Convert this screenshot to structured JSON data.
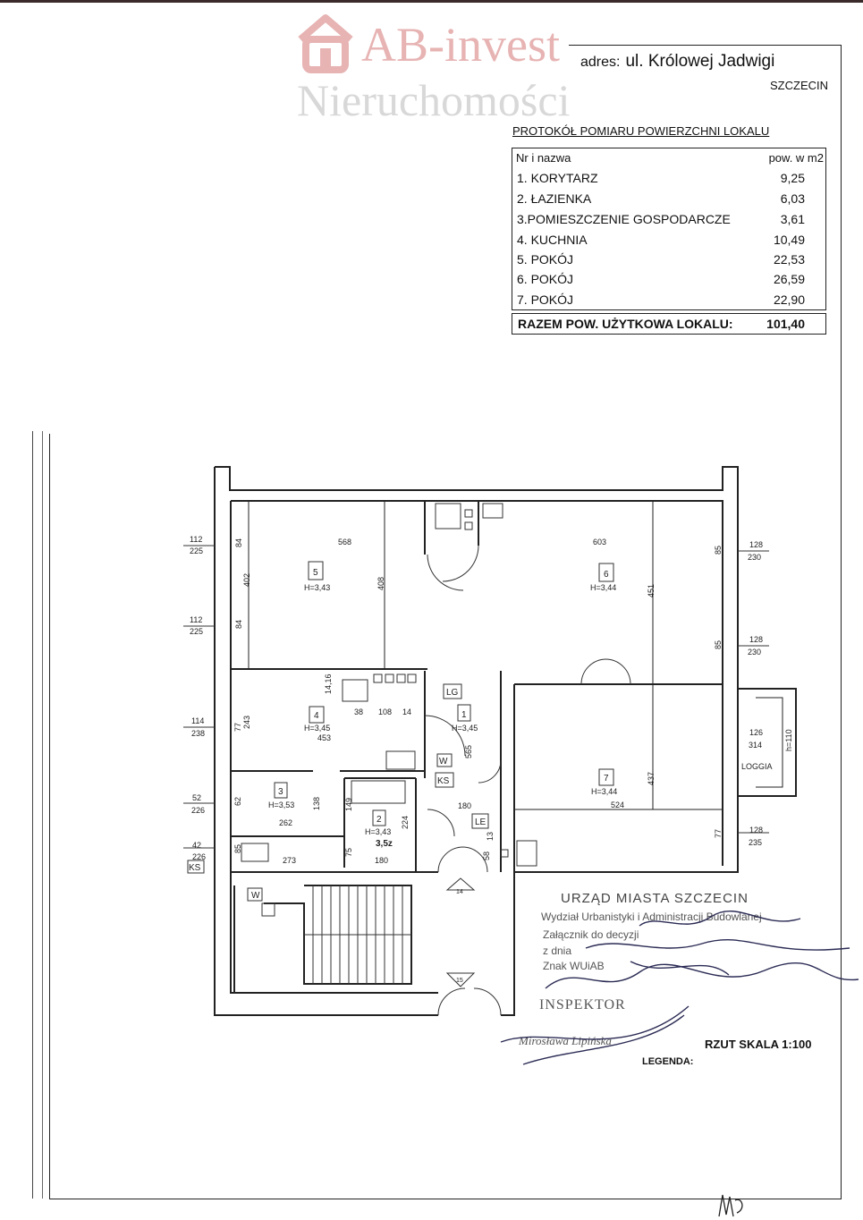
{
  "logo": {
    "brand": "AB-invest",
    "subtitle": "Nieruchomości"
  },
  "header": {
    "address_label": "adres:",
    "street": "ul. Królowej Jadwigi",
    "city": "SZCZECIN"
  },
  "protocol": {
    "title": "PROTOKÓŁ POMIARU POWIERZCHNI LOKALU",
    "col_name": "Nr i nazwa",
    "col_area": "pow. w m2",
    "rows": [
      {
        "name": "1. KORYTARZ",
        "area": "9,25"
      },
      {
        "name": "2. ŁAZIENKA",
        "area": "6,03"
      },
      {
        "name": "3.POMIESZCZENIE GOSPODARCZE",
        "area": "3,61"
      },
      {
        "name": "4. KUCHNIA",
        "area": "10,49"
      },
      {
        "name": "5. POKÓJ",
        "area": "22,53"
      },
      {
        "name": "6. POKÓJ",
        "area": "26,59"
      },
      {
        "name": "7. POKÓJ",
        "area": "22,90"
      }
    ],
    "total_label": "RAZEM POW. UŻYTKOWA LOKALU:",
    "total_value": "101,40"
  },
  "plan": {
    "rooms": [
      {
        "no": "5",
        "h": "H=3,43"
      },
      {
        "no": "6",
        "h": "H=3,44"
      },
      {
        "no": "4",
        "h": "H=3,45"
      },
      {
        "no": "1",
        "h": "H=3,45"
      },
      {
        "no": "7",
        "h": "H=3,44"
      },
      {
        "no": "3",
        "h": "H=3,53"
      },
      {
        "no": "2",
        "h": "H=3,43"
      }
    ],
    "labels": {
      "lg": "LG",
      "w": "W",
      "ks": "KS",
      "le": "LE",
      "loggia": "LOGGIA",
      "ks2": "KS",
      "w2": "W",
      "h110": "h=110",
      "n14": "14",
      "n15": "15",
      "hand": "3,5z"
    },
    "dims": {
      "d112a": "112",
      "d225a": "225",
      "d84a": "84",
      "d568": "568",
      "d603": "603",
      "d85a": "85",
      "d128a": "128",
      "d230a": "230",
      "d402": "402",
      "d408": "408",
      "d451": "451",
      "d112b": "112",
      "d225b": "225",
      "d84b": "84",
      "d85b": "85",
      "d128b": "128",
      "d230b": "230",
      "d1416": "14,16",
      "d114": "114",
      "d238": "238",
      "d77a": "77",
      "d243": "243",
      "d38": "38",
      "d108": "108",
      "d14": "14",
      "d453": "453",
      "d565": "565",
      "d126": "126",
      "d314": "314",
      "d437": "437",
      "d524": "524",
      "d52": "52",
      "d226a": "226",
      "d62": "62",
      "d138": "138",
      "d149": "149",
      "d262": "262",
      "d180a": "180",
      "d224": "224",
      "d128c": "128",
      "d235": "235",
      "d77b": "77",
      "d13": "13",
      "d42": "42",
      "d226b": "226",
      "d85c": "85",
      "d273": "273",
      "d75": "75",
      "d180b": "180",
      "d58": "58"
    }
  },
  "stamp": {
    "office": "URZĄD MIASTA SZCZECIN",
    "dept": "Wydział Urbanistyki i Administracji Budowlanej",
    "line1": "Załącznik do decyzji",
    "line2": "z dnia",
    "line3": "Znak WUiAB",
    "inspector": "INSPEKTOR",
    "signature": "Mirosława Lipińska"
  },
  "footer": {
    "scale": "RZUT  SKALA 1:100",
    "legend": "LEGENDA:"
  }
}
